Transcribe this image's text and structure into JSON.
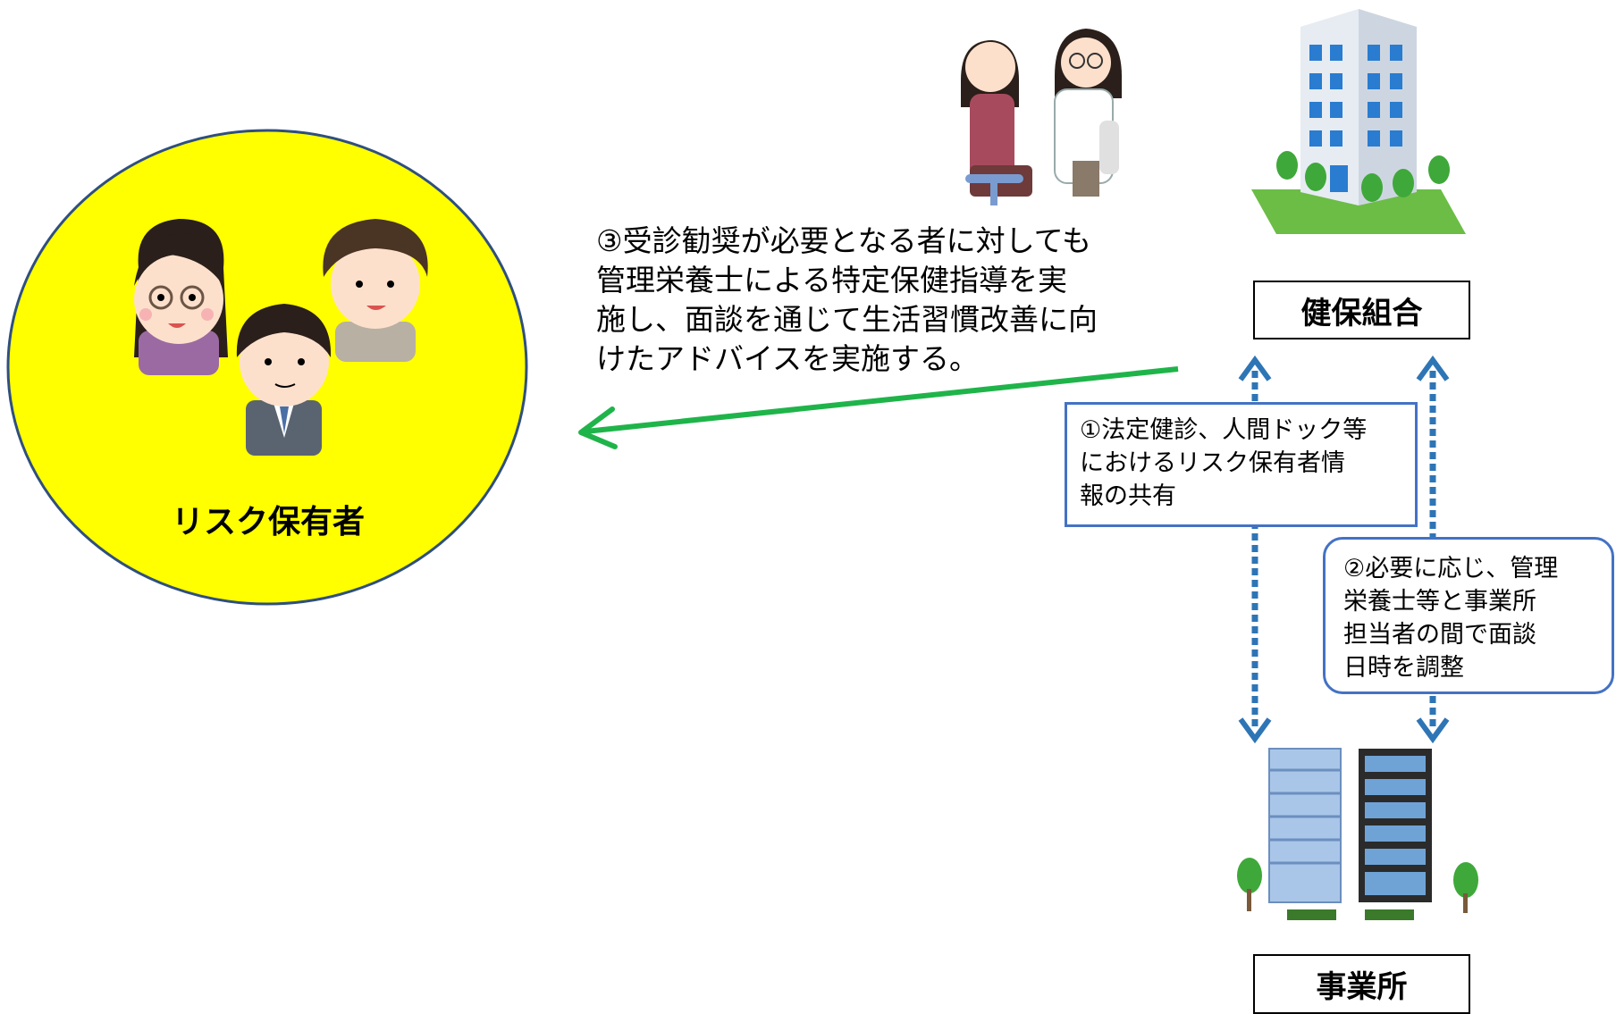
{
  "risk_group": {
    "label": "リスク保有者"
  },
  "step3": {
    "text": "③受診勧奨が必要となる者に対しても\n管理栄養士による特定保健指導を実\n施し、面談を通じて生活習慣改善に向\nけたアドバイスを実施する。"
  },
  "kenpo": {
    "label": "健保組合"
  },
  "office": {
    "label": "事業所"
  },
  "step1": {
    "text": "①法定健診、人間ドック等\nにおけるリスク保有者情\n報の共有"
  },
  "step2": {
    "text": "②必要に応じ、管理\n栄養士等と事業所\n担当者の間で面談\n日時を調整"
  },
  "colors": {
    "circle_fill": "#ffff00",
    "circle_stroke": "#2f4f7f",
    "green_arrow": "#1fb44a",
    "blue_arrow": "#2e75b6",
    "box_border": "#4472c4"
  },
  "icons": [
    "people-group-icon",
    "consultation-icon",
    "kenpo-building-icon",
    "office-buildings-icon"
  ]
}
